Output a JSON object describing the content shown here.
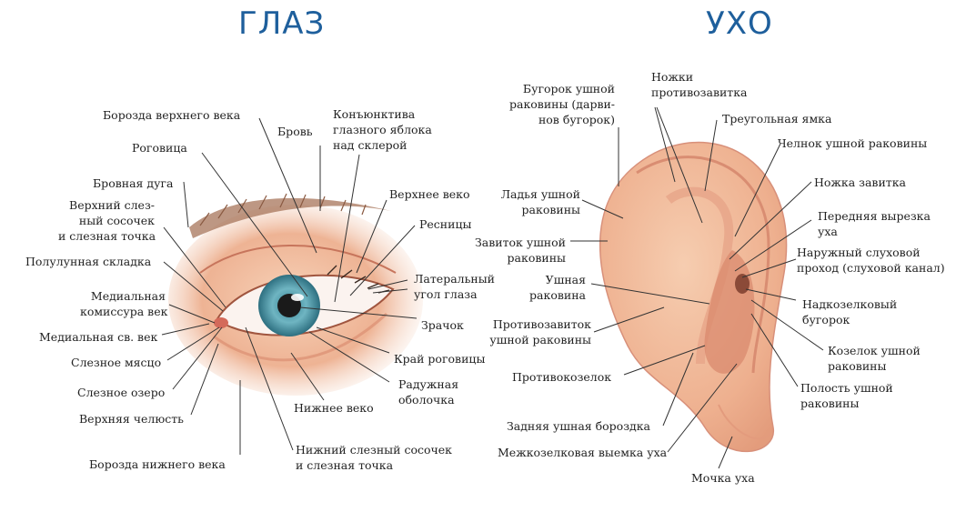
{
  "titles": {
    "eye": "ГЛАЗ",
    "ear": "УХО"
  },
  "colors": {
    "title": "#1e5f9c",
    "skin": "#f3c3a0",
    "skin_dark": "#d9856a",
    "iris": "#5aa3b3",
    "pupil": "#1a1a1a",
    "leader": "#333333"
  },
  "eye_labels": {
    "upper_lid_furrow": "Борозда верхнего века",
    "brow": "Бровь",
    "conjunctiva": "Конъюнктива\nглазного яблока\nнад склерой",
    "cornea": "Роговица",
    "brow_ridge": "Бровная дуга",
    "upper_lid": "Верхнее веко",
    "upper_papilla": "Верхний слез-\nный сосочек\nи слезная точка",
    "lashes": "Ресницы",
    "semilunar_fold": "Полулунная складка",
    "lateral_angle": "Латеральный\nугол глаза",
    "medial_commissure": "Медиальная\nкомиссура век",
    "pupil": "Зрачок",
    "medial_commissure_short": "Медиальная св. век",
    "cornea_edge": "Край роговицы",
    "caruncle": "Слезное мясцо",
    "iris": "Радужная\nоболочка",
    "lacrimal_lake": "Слезное озеро",
    "lower_lid": "Нижнее веко",
    "maxilla": "Верхняя челюсть",
    "lower_papilla": "Нижний слезный сосочек\nи слезная точка",
    "lower_lid_furrow": "Борозда нижнего века"
  },
  "ear_labels": {
    "darwin_tubercle": "Бугорок ушной\nраковины (дарви-\nнов бугорок)",
    "antihelix_crura": "Ножки\nпротивозавитка",
    "triangular_fossa": "Треугольная ямка",
    "cymba": "Челнок ушной раковины",
    "scapha": "Ладья ушной\nраковины",
    "crus_helix": "Ножка завитка",
    "anterior_notch": "Передняя вырезка\nуха",
    "helix": "Завиток ушной\nраковины",
    "ear_canal": "Наружный слуховой\nпроход (слуховой канал)",
    "auricle": "Ушная\nраковина",
    "supratragic": "Надкозелковый\nбугорок",
    "antihelix": "Противозавиток\nушной раковины",
    "tragus": "Козелок ушной\nраковины",
    "antitragus": "Противокозелок",
    "concha_cavity": "Полость ушной\nраковины",
    "posterior_furrow": "Задняя ушная бороздка",
    "intertragic_notch": "Межкозелковая выемка уха",
    "lobule": "Мочка уха"
  }
}
